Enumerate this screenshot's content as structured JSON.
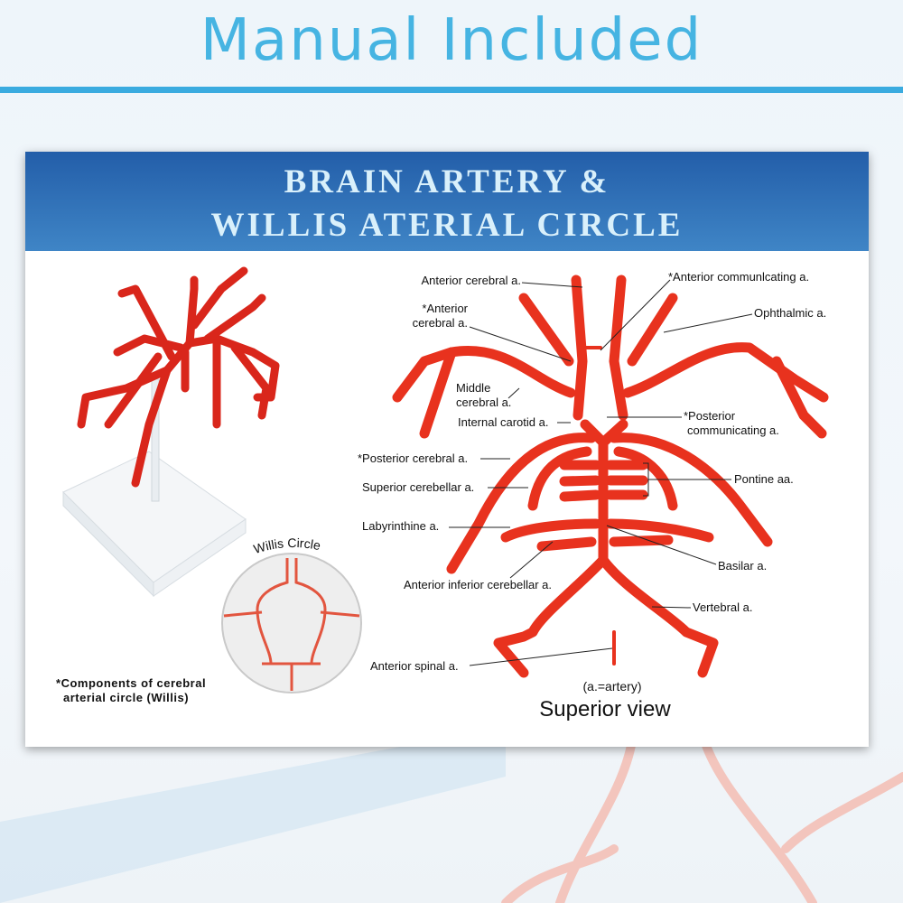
{
  "banner": {
    "title": "Manual Included"
  },
  "card": {
    "title_line1": "BRAIN ARTERY &",
    "title_line2": "WILLIS ATERIAL CIRCLE"
  },
  "inset": {
    "title": "Willis Circle"
  },
  "footnote": {
    "line1": "Components of cerebral",
    "line2": "arterial circle (Willis)",
    "marker": "*"
  },
  "labels": {
    "anterior_cerebral": "Anterior cerebral a.",
    "anterior_communicating": "*Anterior communlcating a.",
    "anterior_cerebral_star_1": "*Anterior",
    "anterior_cerebral_star_2": "cerebral a.",
    "ophthalmic": "Ophthalmic a.",
    "middle_cerebral_1": "Middle",
    "middle_cerebral_2": "cerebral a.",
    "internal_carotid": "Internal carotid a.",
    "posterior_communicating_1": "*Posterior",
    "posterior_communicating_2": "communicating a.",
    "posterior_cerebral": "*Posterior cerebral a.",
    "superior_cerebellar": "Superior cerebellar a.",
    "pontine": "Pontine aa.",
    "labyrinthine": "Labyrinthine a.",
    "basilar": "Basilar a.",
    "anterior_inferior_cerebellar": "Anterior inferior cerebellar a.",
    "vertebral": "Vertebral a.",
    "anterior_spinal": "Anterior spinal a."
  },
  "legend": {
    "abbrev": "(a.=artery)",
    "view": "Superior view"
  },
  "colors": {
    "accent": "#46b4e2",
    "header_blue": "#235ea9",
    "artery_red": "#e8321e"
  }
}
